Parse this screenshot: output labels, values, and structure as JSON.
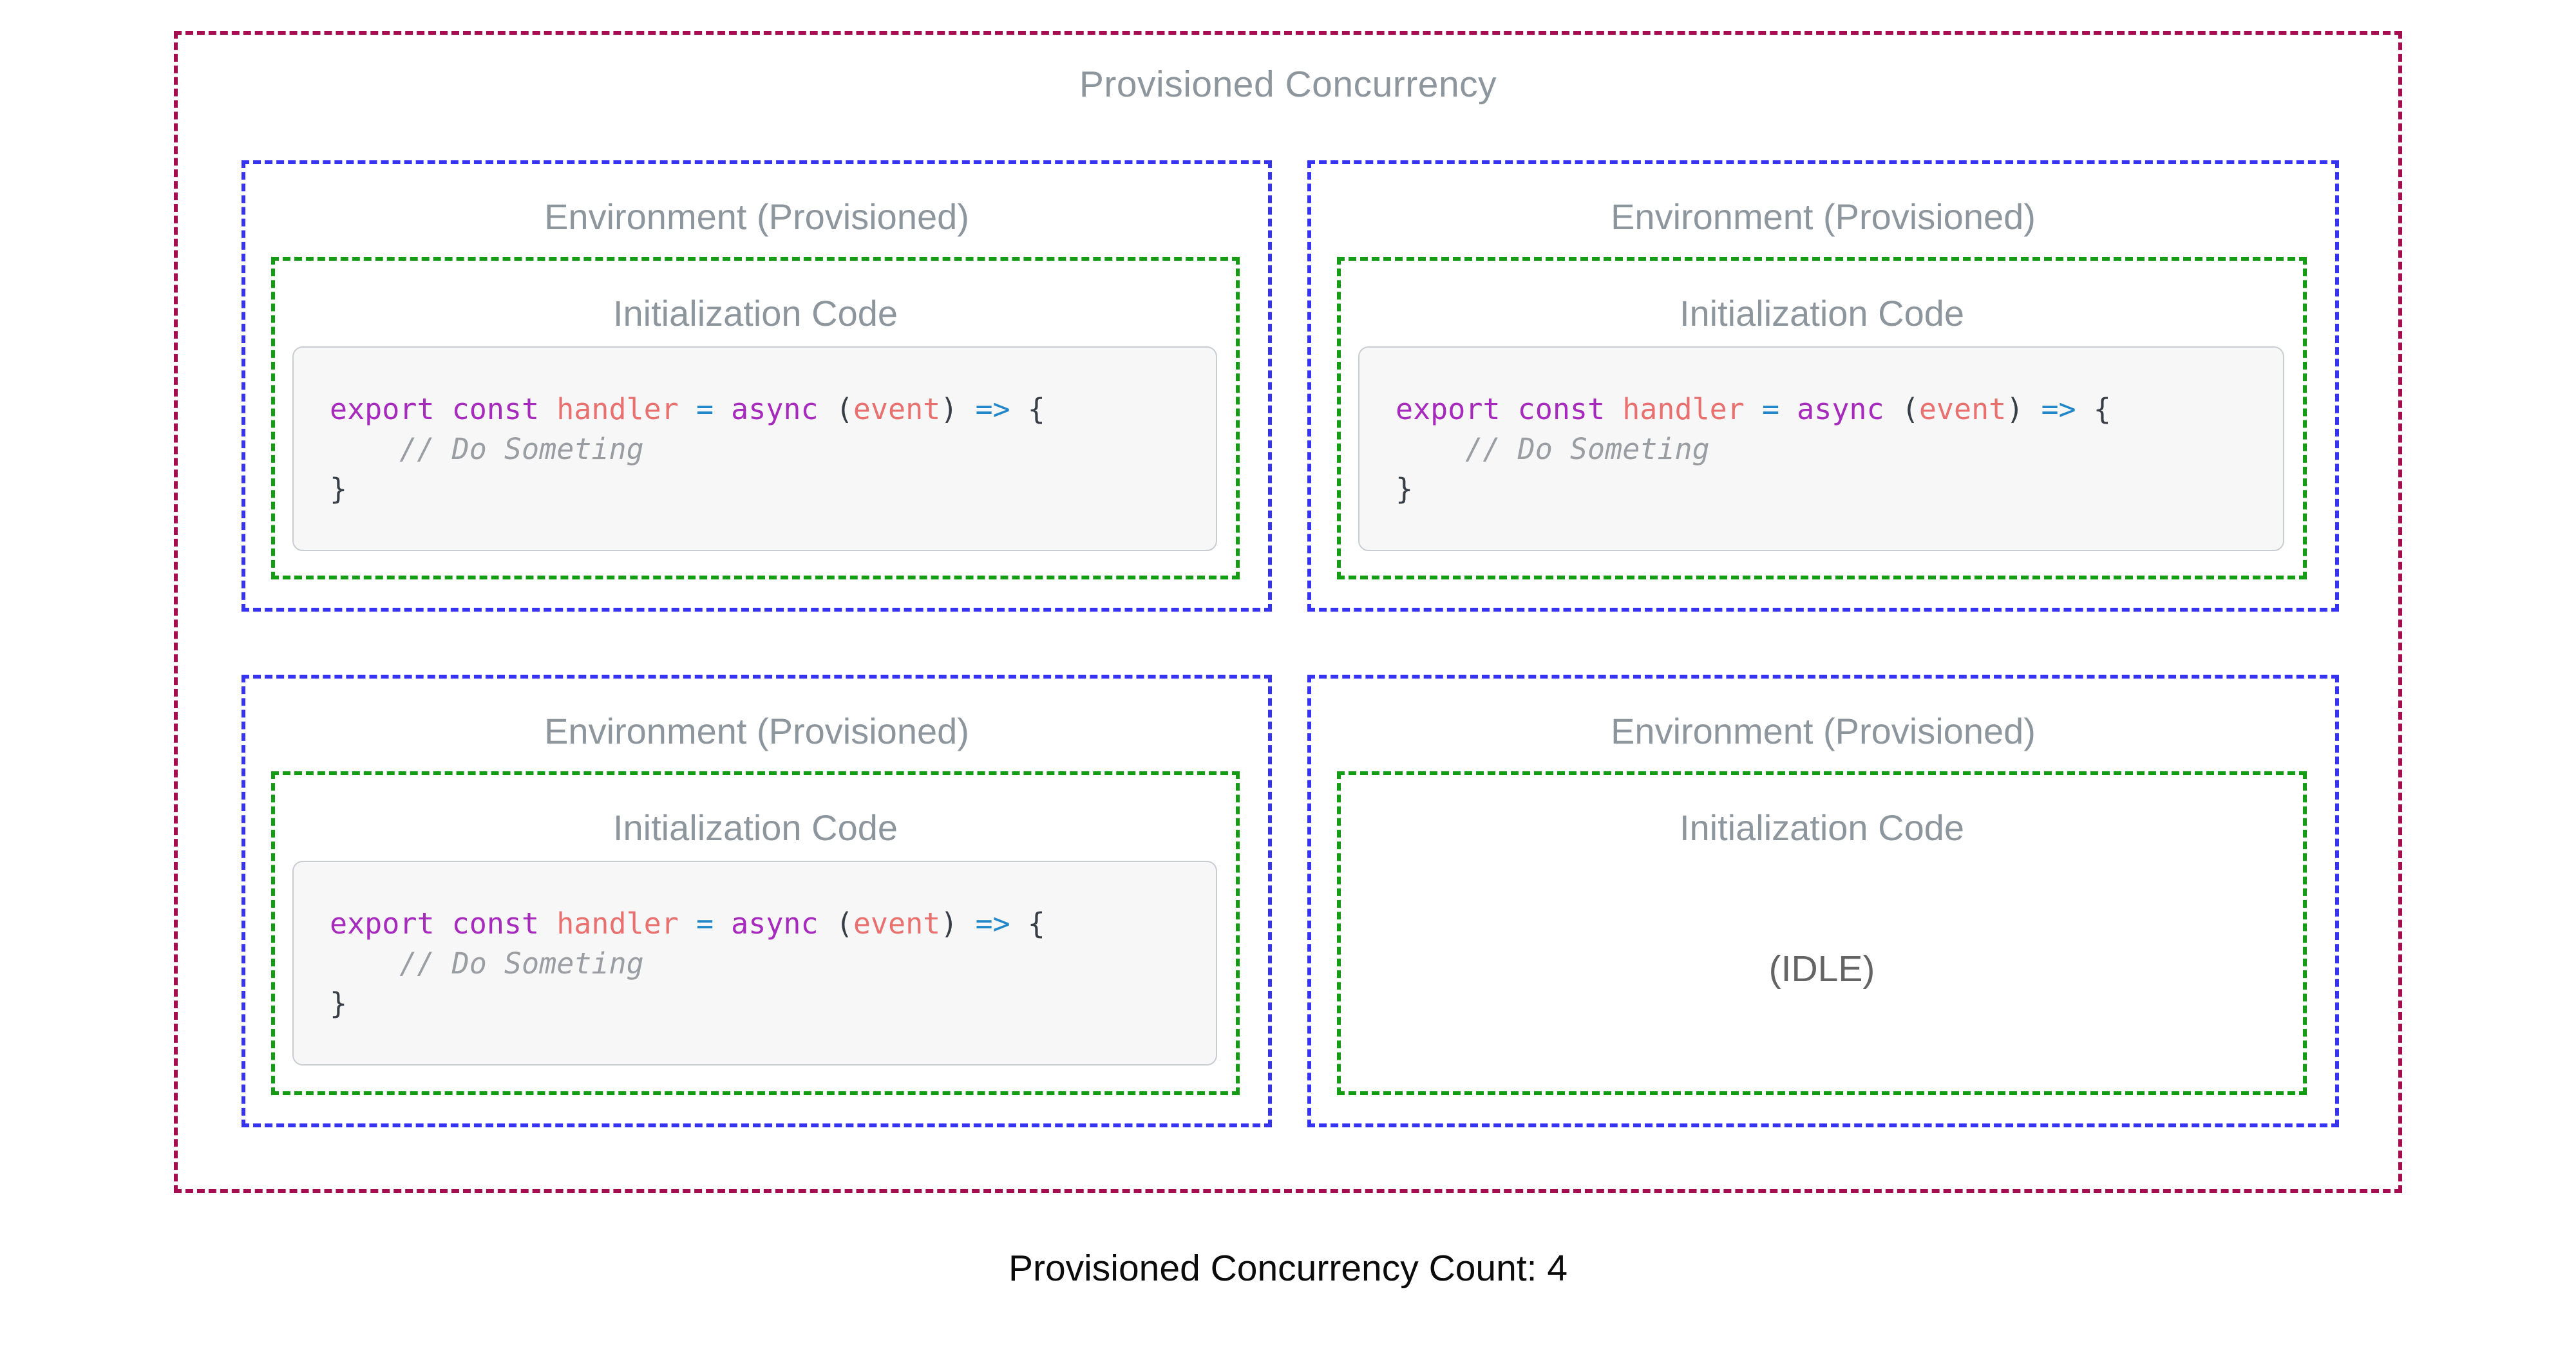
{
  "diagram": {
    "title": "Provisioned Concurrency",
    "caption": "Provisioned Concurrency Count: 4",
    "environments": [
      {
        "title": "Environment (Provisioned)",
        "section_title": "Initialization Code",
        "state": "code"
      },
      {
        "title": "Environment (Provisioned)",
        "section_title": "Initialization Code",
        "state": "code"
      },
      {
        "title": "Environment (Provisioned)",
        "section_title": "Initialization Code",
        "state": "code"
      },
      {
        "title": "Environment (Provisioned)",
        "section_title": "Initialization Code",
        "state": "idle",
        "idle_label": "(IDLE)"
      }
    ],
    "code": {
      "text": "export const handler = async (event) => {\n    // Do Someting\n}",
      "tokens": [
        {
          "t": "export",
          "c": "kw"
        },
        {
          "t": " ",
          "c": "pl"
        },
        {
          "t": "const",
          "c": "kw"
        },
        {
          "t": " ",
          "c": "pl"
        },
        {
          "t": "handler",
          "c": "name"
        },
        {
          "t": " ",
          "c": "pl"
        },
        {
          "t": "=",
          "c": "op"
        },
        {
          "t": " ",
          "c": "pl"
        },
        {
          "t": "async",
          "c": "kw"
        },
        {
          "t": " (",
          "c": "pl"
        },
        {
          "t": "event",
          "c": "name"
        },
        {
          "t": ") ",
          "c": "pl"
        },
        {
          "t": "=>",
          "c": "op"
        },
        {
          "t": " {",
          "c": "pl"
        },
        {
          "t": "\n    ",
          "c": "pl"
        },
        {
          "t": "// Do Someting",
          "c": "comment"
        },
        {
          "t": "\n}",
          "c": "pl"
        }
      ]
    },
    "colors": {
      "outer_border": "#A50D50",
      "environment_border": "#3733F2",
      "init_border": "#149C14",
      "label_gray": "#8E969D",
      "idle_gray": "#646464",
      "caption_black": "#0b0b0b",
      "code_background": "#F7F7F8",
      "code_keyword": "#A62BBC",
      "code_name": "#E8716F",
      "code_operator": "#2187C8",
      "code_punctuation": "#383E46",
      "code_comment": "#9A9EA3"
    }
  }
}
